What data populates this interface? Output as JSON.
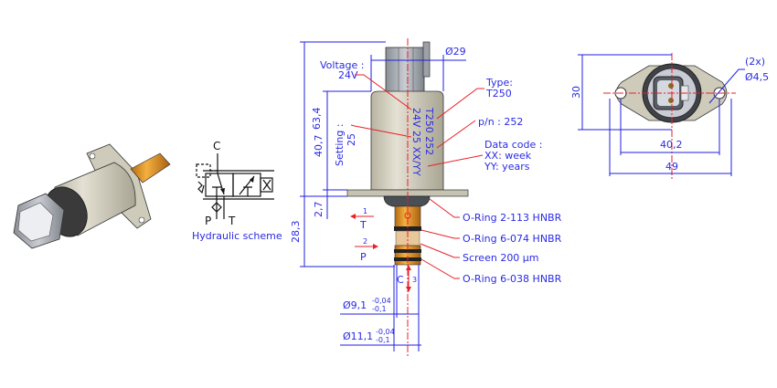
{
  "colors": {
    "dimension": "#1f1fe0",
    "leader": "#e8202a",
    "body": "#d6d2c2",
    "cartridge": "#e69a2a"
  },
  "hydraulic": {
    "title": "Hydraulic scheme",
    "port_c": "C",
    "port_p": "P",
    "port_t": "T"
  },
  "side_view": {
    "dim_overall": "63,4",
    "dim_body": "40,7",
    "dim_flange": "2,7",
    "dim_cartridge": "28,3",
    "dim_dia": "Ø29",
    "voltage_label": "Voltage :",
    "voltage_value": "24V",
    "setting_label": "Setting :",
    "setting_value": "25",
    "type_label": "Type:",
    "type_value": "T250",
    "pn_label": "p/n : 252",
    "datacode_label": "Data code :",
    "datacode_xx": "XX: week",
    "datacode_yy": "YY: years",
    "marking_col1": "24V  25  XX/YY",
    "marking_col2": "T250     252",
    "port_t_num": "1",
    "port_t": "T",
    "port_p_num": "2",
    "port_p": "P",
    "port_c": "C",
    "port_c_num": "3",
    "callouts": [
      "O-Ring 2-113 HNBR",
      "O-Ring 6-074 HNBR",
      "Screen 200 µm",
      "O-Ring 6-038 HNBR"
    ],
    "dia1": "Ø9,1",
    "dia1_tol_up": "-0,04",
    "dia1_tol_low": "-0,1",
    "dia2": "Ø11,1",
    "dia2_tol_up": "-0,04",
    "dia2_tol_low": "-0,1"
  },
  "top_view": {
    "dim_height": "30",
    "dim_holes": "40,2",
    "dim_width": "49",
    "hole_count": "(2x)",
    "hole_dia": "Ø4,5"
  }
}
